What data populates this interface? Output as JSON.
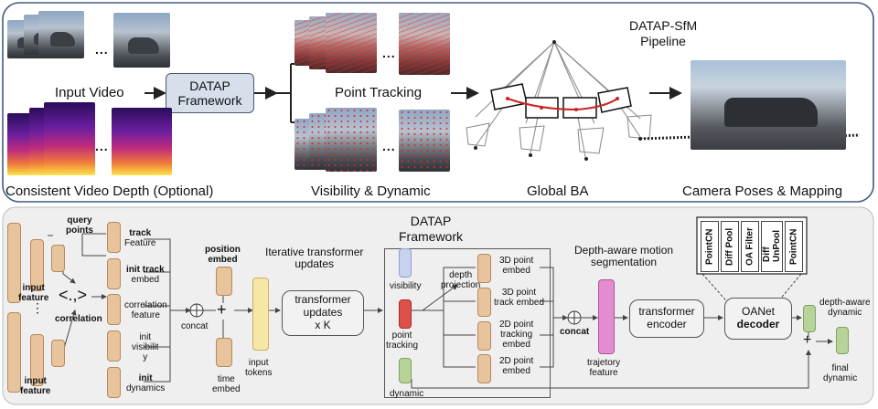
{
  "top": {
    "input_video": "Input Video",
    "framework": "DATAP\nFramework",
    "point_tracking": "Point Tracking",
    "pipeline_title": "DATAP-SfM\nPipeline",
    "consistent_depth": "Consistent Video Depth (Optional)",
    "visibility_dynamic": "Visibility & Dynamic",
    "global_ba": "Global BA",
    "camera_poses": "Camera Poses & Mapping",
    "ellipsis": "..."
  },
  "bottom": {
    "title": "DATAP\nFramework",
    "input_feature": "input\nfeature",
    "query_points": "query\npoints",
    "correlation_symbol": "<.,>",
    "correlation": "correlation",
    "vdots": "⋮",
    "track_feature_b": "track",
    "track_feature": "Feature",
    "init_track_embed_b": "init track",
    "init_track_embed": "embed",
    "correlation_feature": "correlation\nfeature",
    "init_visibility": "init\nvisibilit\ny",
    "init_dynamics_b": "init",
    "init_dynamics": "dynamics",
    "concat": "concat",
    "position_embed": "position\nembed",
    "time_embed": "time\nembed",
    "plus": "+",
    "iter_updates": "Iterative transformer\nupdates",
    "input_tokens": "input\ntokens",
    "transformer_updates": "transformer\nupdates\nx K",
    "visibility": "visibility",
    "point_tracking": "point\ntracking",
    "dynamic": "dynamic",
    "depth_projection": "depth\nprojection",
    "pe_3d": "3D point\nembed",
    "pte_3d": "3D point\ntrack embed",
    "pte_2d": "2D point\ntracking\nembed",
    "pe_2d": "2D point\nembed",
    "concat_b": "concat",
    "depth_aware_title": "Depth-aware motion\nsegmentation",
    "trajectory_feature": "trajetory\nfeature",
    "transformer_encoder": "transformer\nencoder",
    "oanet": "OANet",
    "decoder": "decoder",
    "oa_layers": [
      "PointCN",
      "Diff Pool",
      "OA Filter",
      "Diff\nUnPool",
      "PointCN"
    ],
    "depth_aware_dynamic": "depth-aware\ndynamic",
    "final_dynamic": "final\ndynamic"
  }
}
